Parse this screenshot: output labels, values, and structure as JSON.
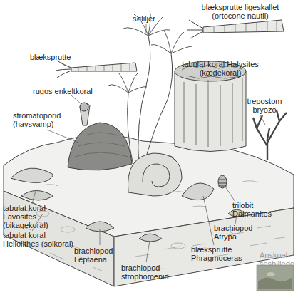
{
  "diagram": {
    "labels": [
      "søliljer",
      "blæksprutte ligeskallet (ortocone nautil)",
      "blæksprutte",
      "tabulat koral Halysites (kædekoral)",
      "trepostom bryozo",
      "rugos enkeltkoral",
      "stromatoporid (havsvamp)",
      "tabulat koral Favosites (bikagekoral)",
      "tabulat koral Heliolithes (solkoral)",
      "brachiopod Leptaena",
      "brachiopod strophomenid",
      "blæksprutte Phragmoceras",
      "brachiopod Atrypa",
      "trilobit Dalmanites",
      "Anskuel- sesbillede"
    ]
  }
}
